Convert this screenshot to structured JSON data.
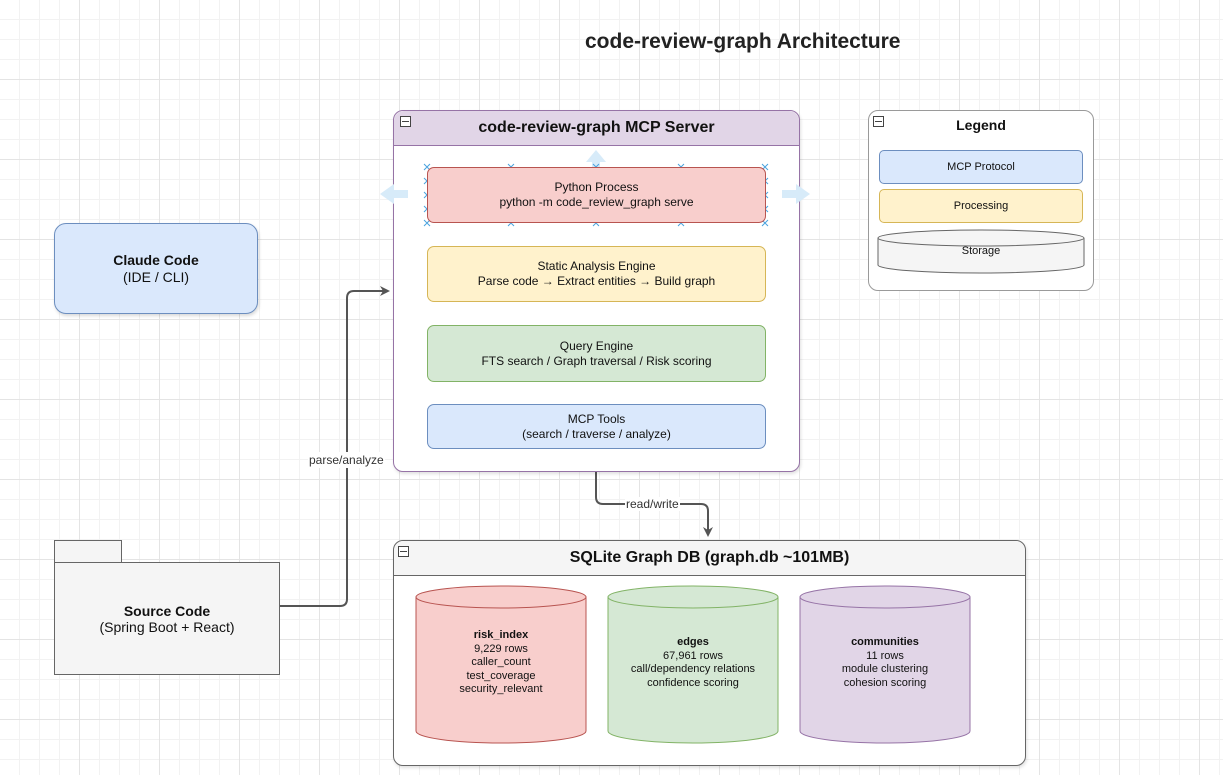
{
  "title": "code-review-graph Architecture",
  "mcp_server": {
    "title": "code-review-graph MCP Server",
    "python_process": {
      "line1": "Python Process",
      "line2": "python -m code_review_graph serve"
    },
    "static_analysis": {
      "line1": "Static Analysis Engine",
      "line2": "Parse code → Extract entities → Build graph"
    },
    "query_engine": {
      "line1": "Query Engine",
      "line2": "FTS search / Graph traversal / Risk scoring"
    },
    "mcp_tools": {
      "line1": "MCP Tools",
      "line2": "(search / traverse / analyze)"
    }
  },
  "claude_code": {
    "line1": "Claude Code",
    "line2": "(IDE / CLI)"
  },
  "source_code": {
    "line1": "Source Code",
    "line2": "(Spring Boot + React)"
  },
  "edges": {
    "parse_analyze": "parse/analyze",
    "read_write": "read/write"
  },
  "legend": {
    "title": "Legend",
    "mcp_protocol": "MCP Protocol",
    "processing": "Processing",
    "storage": "Storage"
  },
  "sqlite": {
    "title": "SQLite Graph DB (graph.db ~101MB)",
    "risk_index": {
      "name": "risk_index",
      "rows": "9,229 rows",
      "f1": "caller_count",
      "f2": "test_coverage",
      "f3": "security_relevant"
    },
    "edges": {
      "name": "edges",
      "rows": "67,961 rows",
      "f1": "call/dependency relations",
      "f2": "confidence scoring"
    },
    "communities": {
      "name": "communities",
      "rows": "11 rows",
      "f1": "module clustering",
      "f2": "cohesion scoring"
    }
  },
  "colors": {
    "blue": "#dae8fc",
    "yellow": "#fff2cc",
    "green": "#d5e8d4",
    "red": "#f8cecc",
    "purple": "#e1d5e7",
    "gray": "#f5f5f5"
  }
}
